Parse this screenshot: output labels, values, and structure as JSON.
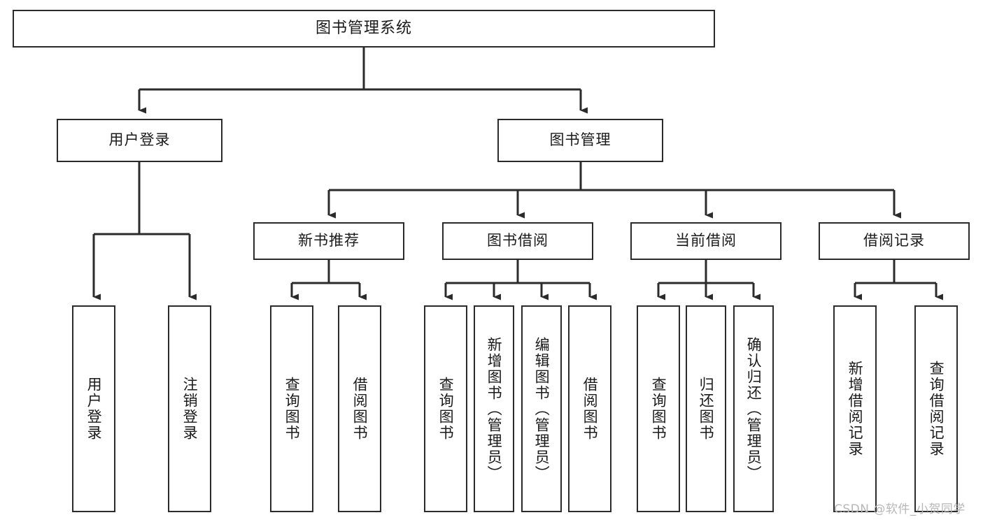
{
  "diagram": {
    "title": "图书管理系统",
    "type": "tree-hierarchy-chart",
    "orientation": "top-down"
  },
  "root": {
    "label": "图书管理系统"
  },
  "level2": [
    {
      "id": "user-login",
      "label": "用户登录"
    },
    {
      "id": "book-management",
      "label": "图书管理"
    }
  ],
  "level3": [
    {
      "id": "new-book-recommend",
      "label": "新书推荐",
      "parent": "book-management"
    },
    {
      "id": "book-borrow",
      "label": "图书借阅",
      "parent": "book-management"
    },
    {
      "id": "current-borrow",
      "label": "当前借阅",
      "parent": "book-management"
    },
    {
      "id": "borrow-record",
      "label": "借阅记录",
      "parent": "book-management"
    }
  ],
  "leaves": {
    "user_login": [
      {
        "id": "leaf-user-login",
        "label": "用户登录"
      },
      {
        "id": "leaf-logout",
        "label": "注销登录"
      }
    ],
    "new_book_recommend": [
      {
        "id": "leaf-query-book-1",
        "label": "查询图书"
      },
      {
        "id": "leaf-borrow-book-1",
        "label": "借阅图书"
      }
    ],
    "book_borrow": [
      {
        "id": "leaf-query-book-2",
        "label": "查询图书"
      },
      {
        "id": "leaf-add-book",
        "label": "新增图书（管理员）"
      },
      {
        "id": "leaf-edit-book",
        "label": "编辑图书（管理员）"
      },
      {
        "id": "leaf-borrow-book-2",
        "label": "借阅图书"
      }
    ],
    "current_borrow": [
      {
        "id": "leaf-query-book-3",
        "label": "查询图书"
      },
      {
        "id": "leaf-return-book",
        "label": "归还图书"
      },
      {
        "id": "leaf-confirm-return",
        "label": "确认归还（管理员）"
      }
    ],
    "borrow_record": [
      {
        "id": "leaf-add-record",
        "label": "新增借阅记录"
      },
      {
        "id": "leaf-query-record",
        "label": "查询借阅记录"
      }
    ]
  },
  "watermark": {
    "text": "CSDN @软件_小贺同学"
  },
  "colors": {
    "border": "#2b2b2b",
    "background": "#ffffff",
    "text": "#1a1a1a",
    "watermark": "#b7b7b7"
  }
}
